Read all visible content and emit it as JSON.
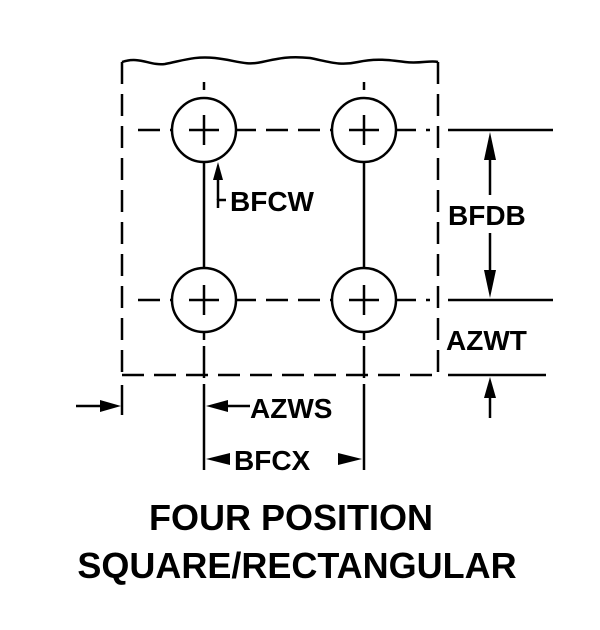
{
  "diagram": {
    "title_lines": [
      "FOUR POSITION",
      "SQUARE/RECTANGULAR"
    ],
    "dimensions": {
      "bfcw": "BFCW",
      "bfdb": "BFDB",
      "azwt": "AZWT",
      "azws": "AZWS",
      "bfcx": "BFCX"
    },
    "positions": [
      {
        "name": "top-left"
      },
      {
        "name": "top-right"
      },
      {
        "name": "bottom-left"
      },
      {
        "name": "bottom-right"
      }
    ],
    "colors": {
      "ink": "#000000",
      "background": "#ffffff"
    }
  }
}
